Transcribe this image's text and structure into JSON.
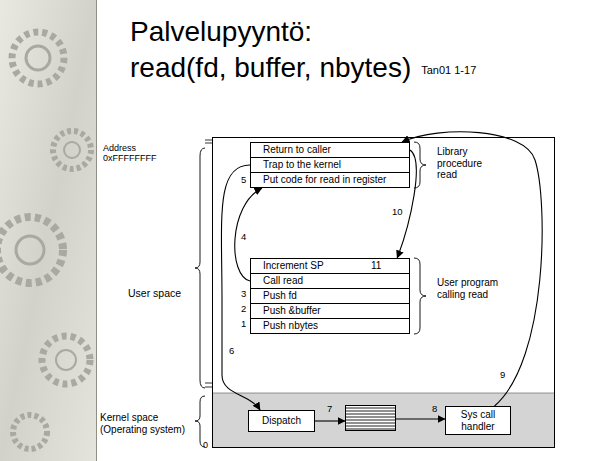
{
  "diagram": {
    "title": "Palvelupyyntö: read(fd, buffer, nbytes)",
    "nodes": [
      {
        "text": [
          "Return to caller"
        ]
      },
      {
        "text": [
          "Trap to the kernel"
        ]
      },
      {
        "text": [
          "Put code for read in register"
        ]
      },
      {
        "text": [
          "Increment SP",
          "11"
        ]
      },
      {
        "text": [
          "Call read"
        ]
      },
      {
        "text": [
          "Push fd"
        ]
      },
      {
        "text": [
          "Push &buffer"
        ]
      },
      {
        "text": [
          "Push nbytes"
        ]
      },
      {
        "text": [
          "Dispatch"
        ]
      },
      {
        "text": [
          "Sys call handler"
        ]
      }
    ],
    "edges": [
      {
        "from": 4,
        "to": 2,
        "arrow": "to",
        "label": "4"
      },
      {
        "from": 1,
        "to": 8,
        "arrow": "to",
        "label": "6"
      },
      {
        "from": 9,
        "to": 0,
        "arrow": "to",
        "label": "9"
      },
      {
        "from": 0,
        "to": 3,
        "arrow": "to",
        "label": "10"
      }
    ],
    "labels": [
      "Tan01 1-17",
      "Address",
      "0xFFFFFFFF",
      "User space",
      "Kernel space (Operating system)",
      "0",
      "Library procedure read",
      "User program calling read",
      "5",
      "3",
      "2",
      "1",
      "7",
      "8"
    ]
  }
}
